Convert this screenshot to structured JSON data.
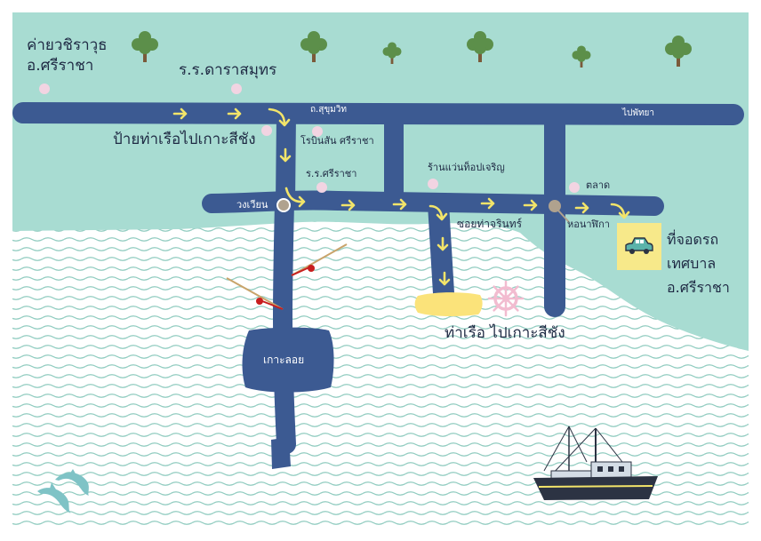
{
  "colors": {
    "land": "#a8dcd2",
    "sea": "#ffffff",
    "wave": "#8fcbbf",
    "road": "#3c5a92",
    "arrow": "#f2e46a",
    "pink": "#f2d4e2",
    "tree": "#5c8f4a",
    "trunk": "#7b5a3a",
    "pier": "#fbe37a",
    "parking": "#f7e98a",
    "car": "#5bb3aa",
    "helm": "#f2bcd0",
    "dolphin": "#7fc3c6",
    "boat_hull": "#2c3343",
    "boat_cabin": "#d4dde6",
    "pole": "#c9a46b",
    "bobber": "#c81e1e",
    "circle_marker": "#b0a28e"
  },
  "labels": {
    "camp": [
      "ค่ายวชิราวุธ",
      "อ.ศรีราชา"
    ],
    "school_dara": "ร.ร.ดาราสมุทร",
    "road_sukhumvit": "ถ.สุขุมวิท",
    "to_pattaya": "ไปพัทยา",
    "ferry_sign": "ป้ายท่าเรือไปเกาะสีชัง",
    "robinson": "โรบินสัน ศรีราชา",
    "school_sriracha": "ร.ร.ศรีราชา",
    "optical_shop": "ร้านแว่นท็อปเจริญ",
    "market": "ตลาด",
    "roundabout": "วงเวียน",
    "soi_tha_jarin": "ซอยท่าจรินทร์",
    "clock_tower": "หอนาฬิกา",
    "parking": [
      "ที่จอดรถ",
      "เทศบาล",
      "อ.ศรีราชา"
    ],
    "pier": "ท่าเรือ ไปเกาะสีชัง",
    "island": "เกาะลอย"
  },
  "icons": [
    "tree-icon",
    "car-icon",
    "ship-wheel-icon",
    "fishing-boat-icon",
    "dolphin-icon",
    "fishing-rod-icon",
    "arrow-icon",
    "location-dot-icon",
    "roundabout-marker-icon"
  ]
}
